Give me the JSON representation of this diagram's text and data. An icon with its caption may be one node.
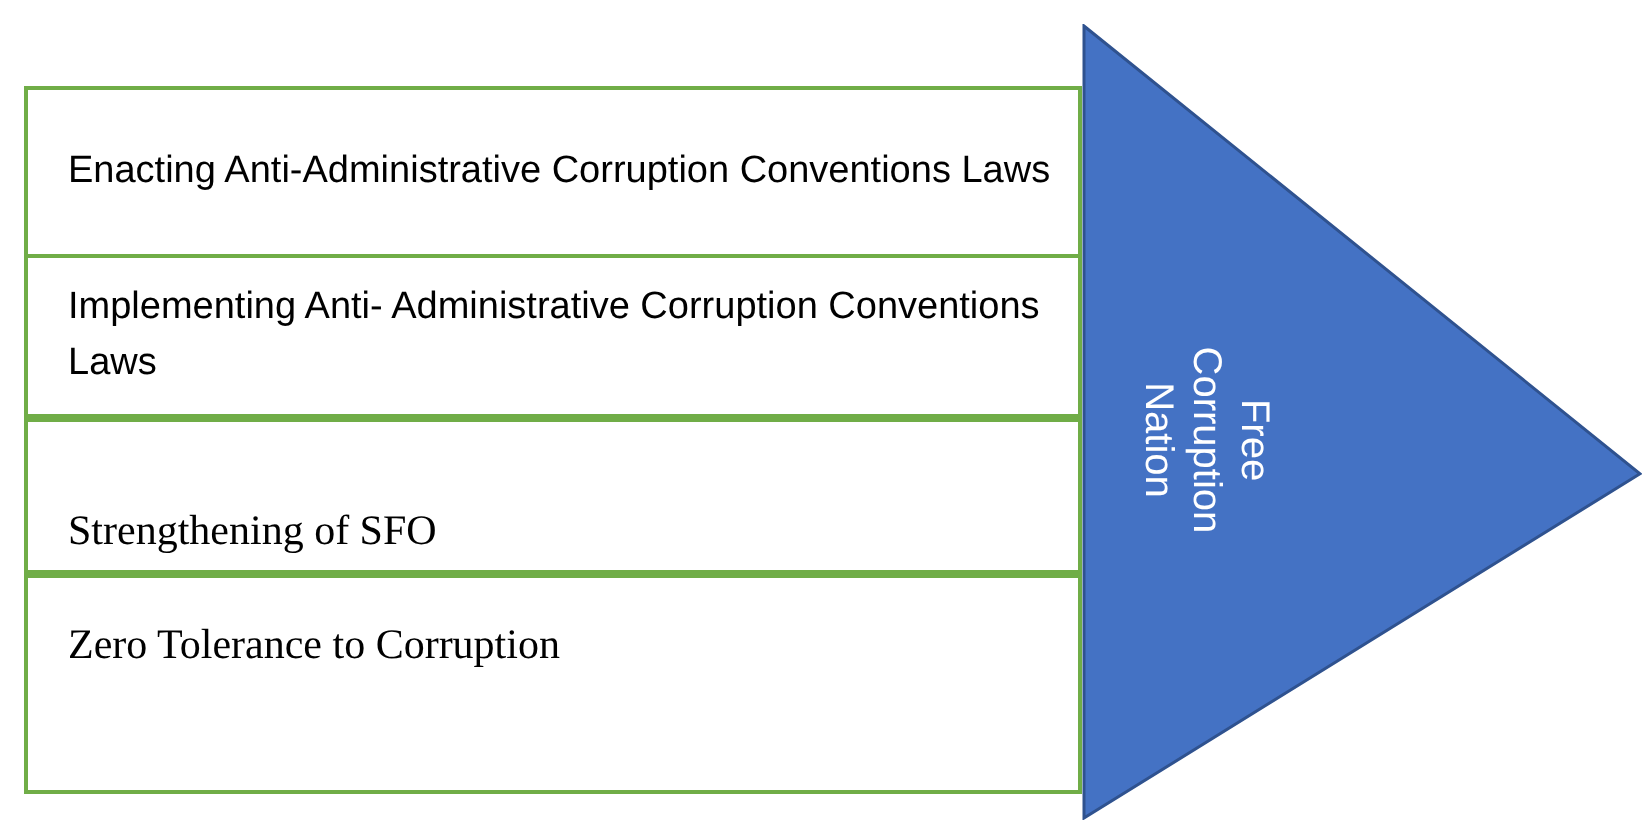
{
  "diagram": {
    "nodes": [
      {
        "text": [
          "Enacting Anti-Administrative Corruption Conventions Laws"
        ]
      },
      {
        "text": [
          "Implementing Anti- Administrative Corruption Conventions Laws"
        ]
      },
      {
        "text": [
          "Strengthening of SFO"
        ]
      },
      {
        "text": [
          "Zero Tolerance to Corruption"
        ]
      },
      {
        "text": [
          "Free Corruption Nation"
        ]
      }
    ]
  }
}
